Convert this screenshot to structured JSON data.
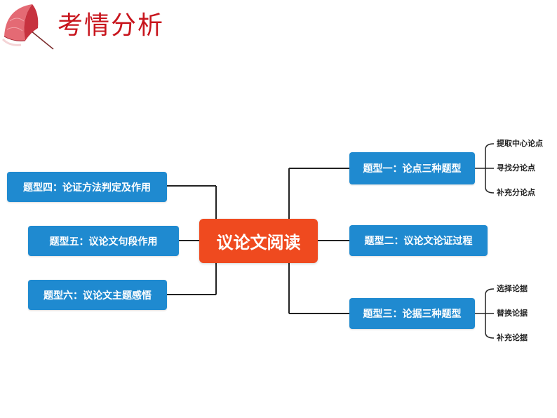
{
  "header": {
    "title": "考情分析"
  },
  "colors": {
    "accent": "#c8151d",
    "center_node": "#ef4a1f",
    "branch_node": "#1f8ad0",
    "line": "#222222"
  },
  "mindmap": {
    "center": "议论文阅读",
    "right_branches": [
      {
        "label": "题型一：论点三种题型",
        "children": [
          "提取中心论点",
          "寻找分论点",
          "补充分论点"
        ]
      },
      {
        "label": "题型二：议论文论证过程",
        "children": []
      },
      {
        "label": "题型三：论据三种题型",
        "children": [
          "选择论据",
          "替换论据",
          "补充论据"
        ]
      }
    ],
    "left_branches": [
      {
        "label": "题型四：论证方法判定及作用"
      },
      {
        "label": "题型五：议论文句段作用"
      },
      {
        "label": "题型六：议论文主题感悟"
      }
    ]
  }
}
